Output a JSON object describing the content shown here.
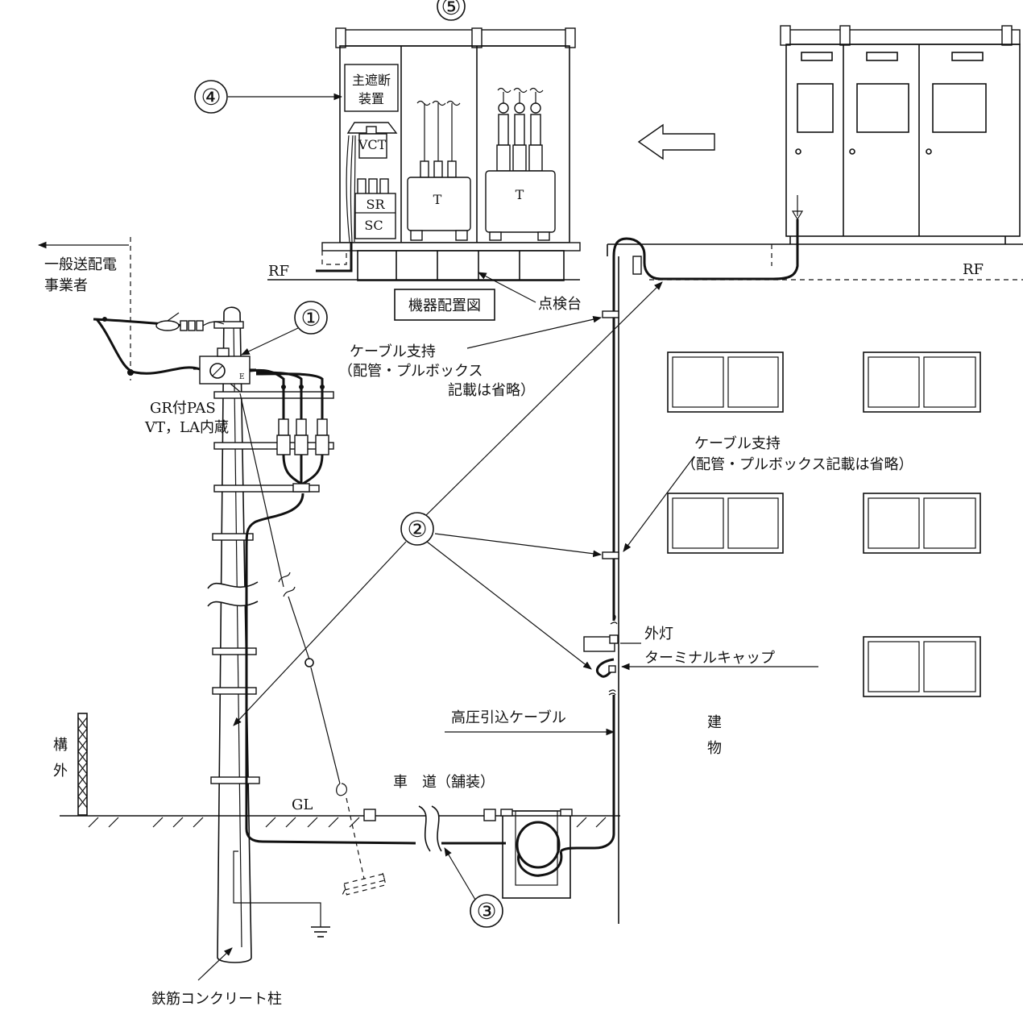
{
  "callouts": {
    "c1": "①",
    "c2": "②",
    "c3": "③",
    "c4": "④",
    "c5": "⑤"
  },
  "labels": {
    "utility_line1": "一般送配電",
    "utility_line2": "事業者",
    "rf_left": "RF",
    "rf_right": "RF",
    "layout_caption": "機器配置図",
    "inspection_platform": "点検台",
    "main_breaker_line1": "主遮断",
    "main_breaker_line2": "装置",
    "vct": "VCT",
    "sr": "SR",
    "sc": "SC",
    "transformer_1": "T",
    "transformer_2": "T",
    "pas_line1": "GR付PAS",
    "pas_line2": "VT，LA内蔵",
    "pas_e": "E",
    "cable_support_1_line1": "ケーブル支持",
    "cable_support_1_line2": "（配管・プルボックス",
    "cable_support_1_line3": "記載は省略）",
    "cable_support_2_line1": "ケーブル支持",
    "cable_support_2_line2": "（配管・プルボックス記載は省略）",
    "outdoor_light": "外灯",
    "terminal_cap": "ターミナルキャップ",
    "hv_service_cable": "高圧引込ケーブル",
    "building_char1": "建",
    "building_char2": "物",
    "outside_char1": "構",
    "outside_char2": "外",
    "gl": "GL",
    "roadway": "車　道（舗装）",
    "pole_caption": "鉄筋コンクリート柱"
  }
}
